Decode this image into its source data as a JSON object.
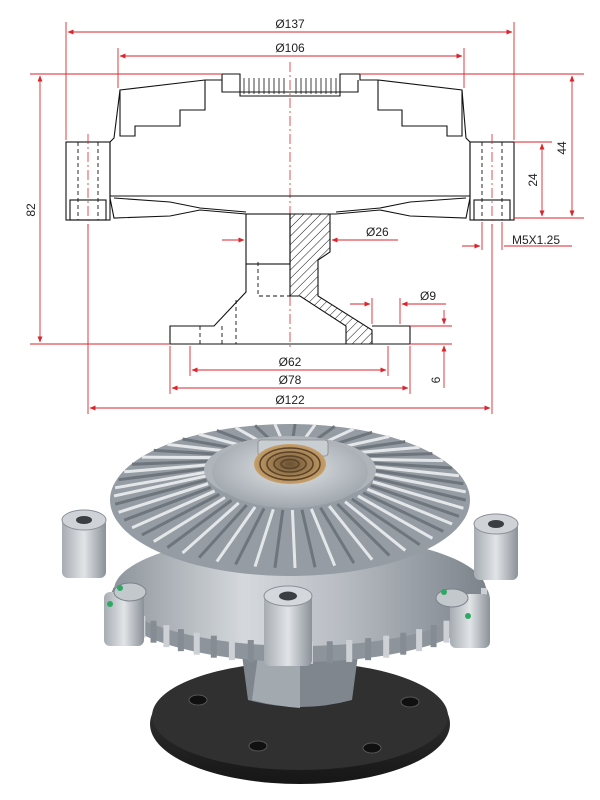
{
  "drawing": {
    "dimensions": {
      "d137": "Ø137",
      "d106": "Ø106",
      "d26": "Ø26",
      "d9": "Ø9",
      "d62": "Ø62",
      "d78": "Ø78",
      "d122": "Ø122",
      "h82": "82",
      "h44": "44",
      "h24": "24",
      "h6": "6",
      "thread": "M5X1.25"
    },
    "colors": {
      "dimension_line": "#d9262c",
      "outline": "#111111",
      "hatch": "#111111"
    }
  },
  "photo": {
    "colors": {
      "aluminum": "#b9bec4",
      "aluminum_shadow": "#7c838b",
      "spring": "#b08a55",
      "flange": "#2a2a2a",
      "bolt_mark": "#2fa864"
    }
  }
}
